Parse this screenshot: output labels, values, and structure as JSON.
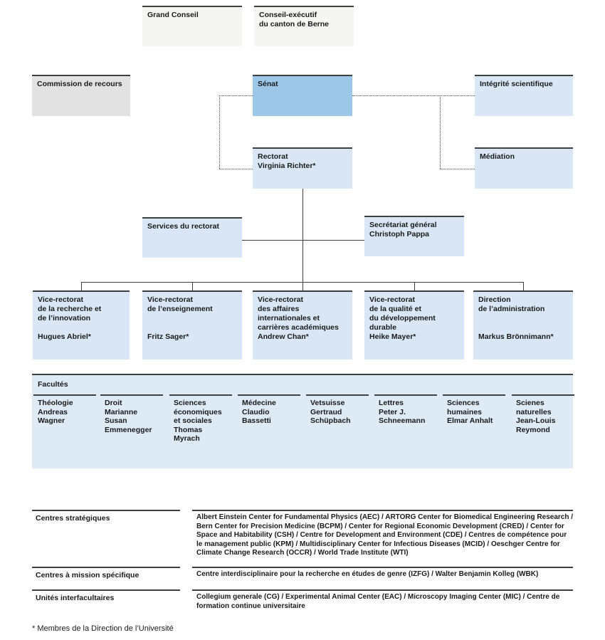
{
  "colors": {
    "senat_fill": "#9cc7e8",
    "panel_blue": "#d9e6f5",
    "faculties_fill": "#dfeaf7",
    "panel_gray_light": "#f5f5f4",
    "panel_gray": "#e2e2e2",
    "line": "#3f3f3f",
    "text": "#1a1a1a"
  },
  "boxes": {
    "grand_conseil": "Grand Conseil",
    "conseil_executif": "Conseil-exécutif\ndu canton de Berne",
    "commission_recours": "Commission de recours",
    "senat": "Sénat",
    "integrite_scientifique": "Intégrité scientifique",
    "mediation": "Médiation",
    "rectorat": "Rectorat\nVirginia Richter*",
    "services_rectorat": "Services du rectorat",
    "secretariat_general": "Secrétariat général\nChristoph Pappa",
    "vr_recherche": "Vice-rectorat\nde la recherche et\nde l’innovation\n\nHugues Abriel*",
    "vr_enseignement": "Vice-rectorat\nde l’enseignement\n\n\nFritz Sager*",
    "vr_affaires": "Vice-rectorat\ndes affaires\ninternationales et\ncarrières académiques\nAndrew Chan*",
    "vr_qualite": "Vice-rectorat\nde la qualité et\ndu développement\ndurable\nHeike Mayer*",
    "direction_administration": "Direction\nde l’administration\n\n\nMarkus Brönnimann*"
  },
  "faculties": {
    "title": "Facultés",
    "items": [
      "Théologie\nAndreas\nWagner",
      "Droit\nMarianne\nSusan\nEmmenegger",
      "Sciences\néconomiques\net sociales\nThomas\nMyrach",
      "Médecine\nClaudio\nBassetti",
      "Vetsuisse\nGertraud\nSchüpbach",
      "Lettres\nPeter J.\nSchneemann",
      "Sciences\nhumaines\nElmar Anhalt",
      "Scienes\nnaturelles\nJean-Louis\nReymond"
    ]
  },
  "bottom_rows": [
    {
      "label": "Centres stratégiques",
      "text": "Albert Einstein Center for Fundamental Physics (AEC) /  ARTORG Center for Biomedical Engineering Research /  Bern Center for Precision Medicine (BCPM) /  Center for Regional Economic Development (CRED) /  Center for Space and Habitability (CSH) /  Centre for Development and Environment (CDE) /  Centres de compétence pour le management public (KPM) /  Multidisciplinary Center for Infectious Diseases (MCID) /  Oeschger Centre for Climate Change Research (OCCR) /  World Trade Institute (WTI)"
    },
    {
      "label": "Centres à mission spécifique",
      "text": "Centre interdisciplinaire pour la recherche en études de genre (IZFG) /  Walter Benjamin Kolleg (WBK)"
    },
    {
      "label": "Unités interfacultaires",
      "text": "Collegium generale (CG) /  Experimental Animal Center (EAC) /  Microscopy Imaging Center (MIC) /  Centre de formation continue universitaire"
    }
  ],
  "footnote": "* Membres de la Direction de l’Université"
}
